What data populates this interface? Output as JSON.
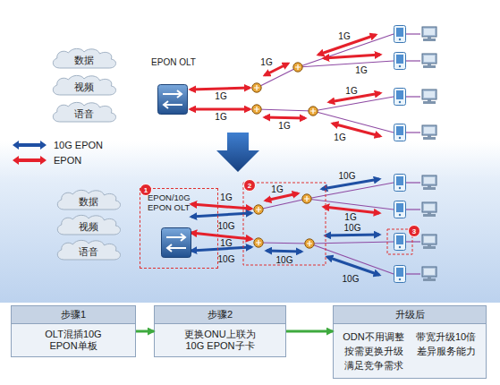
{
  "diagram": {
    "nodes": [
      {
        "text": [
          "数据"
        ]
      },
      {
        "text": [
          "视频"
        ]
      },
      {
        "text": [
          "语音"
        ]
      },
      {
        "text": [
          "EPON OLT"
        ]
      },
      {
        "text": [
          "数据"
        ]
      },
      {
        "text": [
          "视频"
        ]
      },
      {
        "text": [
          "语音"
        ]
      },
      {
        "text": [
          "EPON/10G EPON OLT"
        ]
      },
      {
        "text": [
          "步骤1",
          "OLT混插10G EPON单板"
        ]
      },
      {
        "text": [
          "步骤2",
          "更换ONU上联为 10G EPON子卡"
        ]
      },
      {
        "text": [
          "升级后",
          "ODN不用调整",
          "带宽升级10倍",
          "按需更换升级",
          "差异服务能力",
          "满足竞争需求"
        ]
      }
    ],
    "edges": [
      {
        "from": 8,
        "to": 9,
        "arrow": "to"
      },
      {
        "from": 9,
        "to": 10,
        "arrow": "to"
      }
    ],
    "labels": [
      "1G",
      "1G",
      "1G",
      "1G",
      "1G",
      "1G",
      "1G",
      "1G",
      "1G",
      "10G",
      "1G",
      "10G",
      "1G",
      "10G",
      "1G",
      "10G",
      "10G",
      "10G",
      "1",
      "2",
      "3"
    ],
    "legend": [
      {
        "text": "10G EPON",
        "color": "#1e4fa3"
      },
      {
        "text": "EPON",
        "color": "#e5202b"
      }
    ]
  }
}
